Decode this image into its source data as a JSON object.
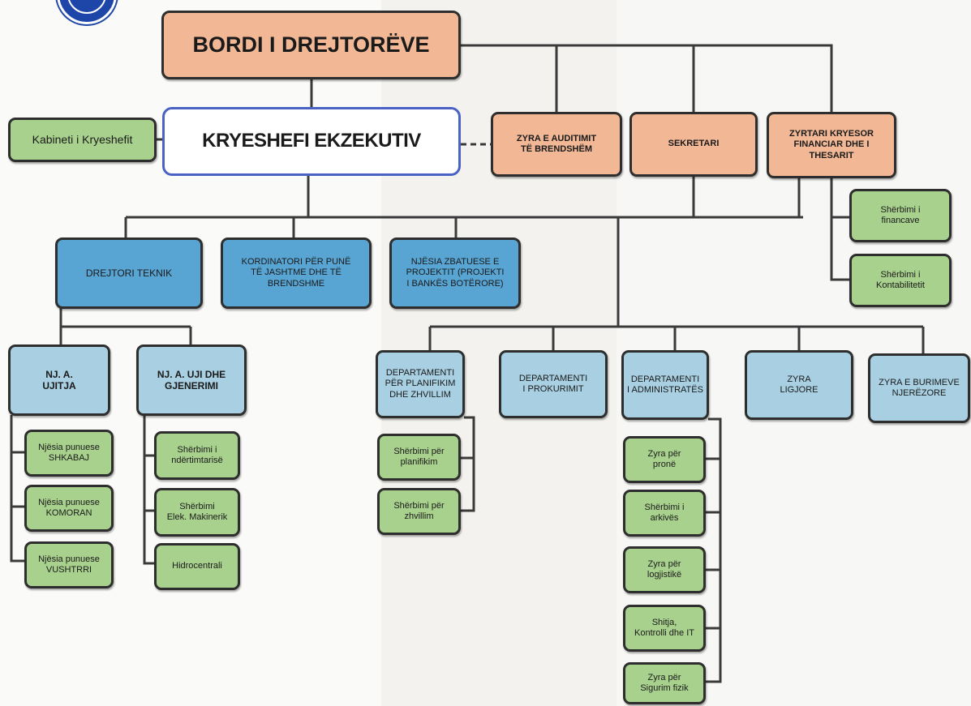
{
  "org": {
    "board": "BORDI I DREJTORËVE",
    "ceo": "KRYESHEFI EKZEKUTIV",
    "ceo_cabinet": "Kabineti i Kryeshefit",
    "internal_audit": "ZYRA E AUDITIMIT\nTË BRENDSHËM",
    "secretary": "SEKRETARI",
    "cfo": "ZYRTARI KRYESOR\nFINANCIAR DHE I\nTHESARIT",
    "finance_service": "Shërbimi i\nfinancave",
    "accounting_service": "Shërbimi i\nKontabilitetit",
    "technical_director": "DREJTORI  TEKNIK",
    "relations_coordinator": "KORDINATORI PËR PUNË\nTË JASHTME  DHE TË\nBRENDSHME",
    "project_unit": "NJËSIA ZBATUESE  E\nPROJEKTIT (PROJEKTI\nI BANKËS BOTËRORE)",
    "irrigation_unit": "NJ. A.\nUJITJA",
    "water_unit": "NJ. A. UJI DHE\nGJENERIMI",
    "work_unit_shkabaj": "Njësia punuese\nSHKABAJ",
    "work_unit_komoran": "Njësia punuese\nKOMORAN",
    "work_unit_vushtrri": "Njësia punuese\nVUSHTRRI",
    "construction_service": "Shërbimi i\nndërtimtarisë",
    "elek_service": "Shërbimi\nElek. Makinerik",
    "hydro_plant": "Hidrocentrali",
    "planning_dept": "DEPARTAMENTI\nPËR PLANIFIKIM\nDHE ZHVILLIM",
    "procurement_dept": "DEPARTAMENTI\nI PROKURIMIT",
    "admin_dept": "DEPARTAMENTI\nI ADMINISTRATËS",
    "legal_office": "ZYRA\nLIGJORE",
    "hr_office": "ZYRA E BURIMEVE\nNJERËZORE",
    "planning_service": "Shërbimi për\nplanifikim",
    "development_service": "Shërbimi për\nzhvillim",
    "property_office": "Zyra për\npronë",
    "archive_service": "Shërbimi i\narkivës",
    "logistics_office": "Zyra për\nlogjistikë",
    "sales_it": "Shitja,\nKontrolli dhe IT",
    "security_office": "Zyra për\nSigurim fizik"
  },
  "colors": {
    "top_level": "#f2b896",
    "director_level": "#58a4d2",
    "department_level": "#a8d0e2",
    "service_level": "#a9d18e",
    "ceo_border": "#4a62c4",
    "logo": "#1e46a8"
  }
}
